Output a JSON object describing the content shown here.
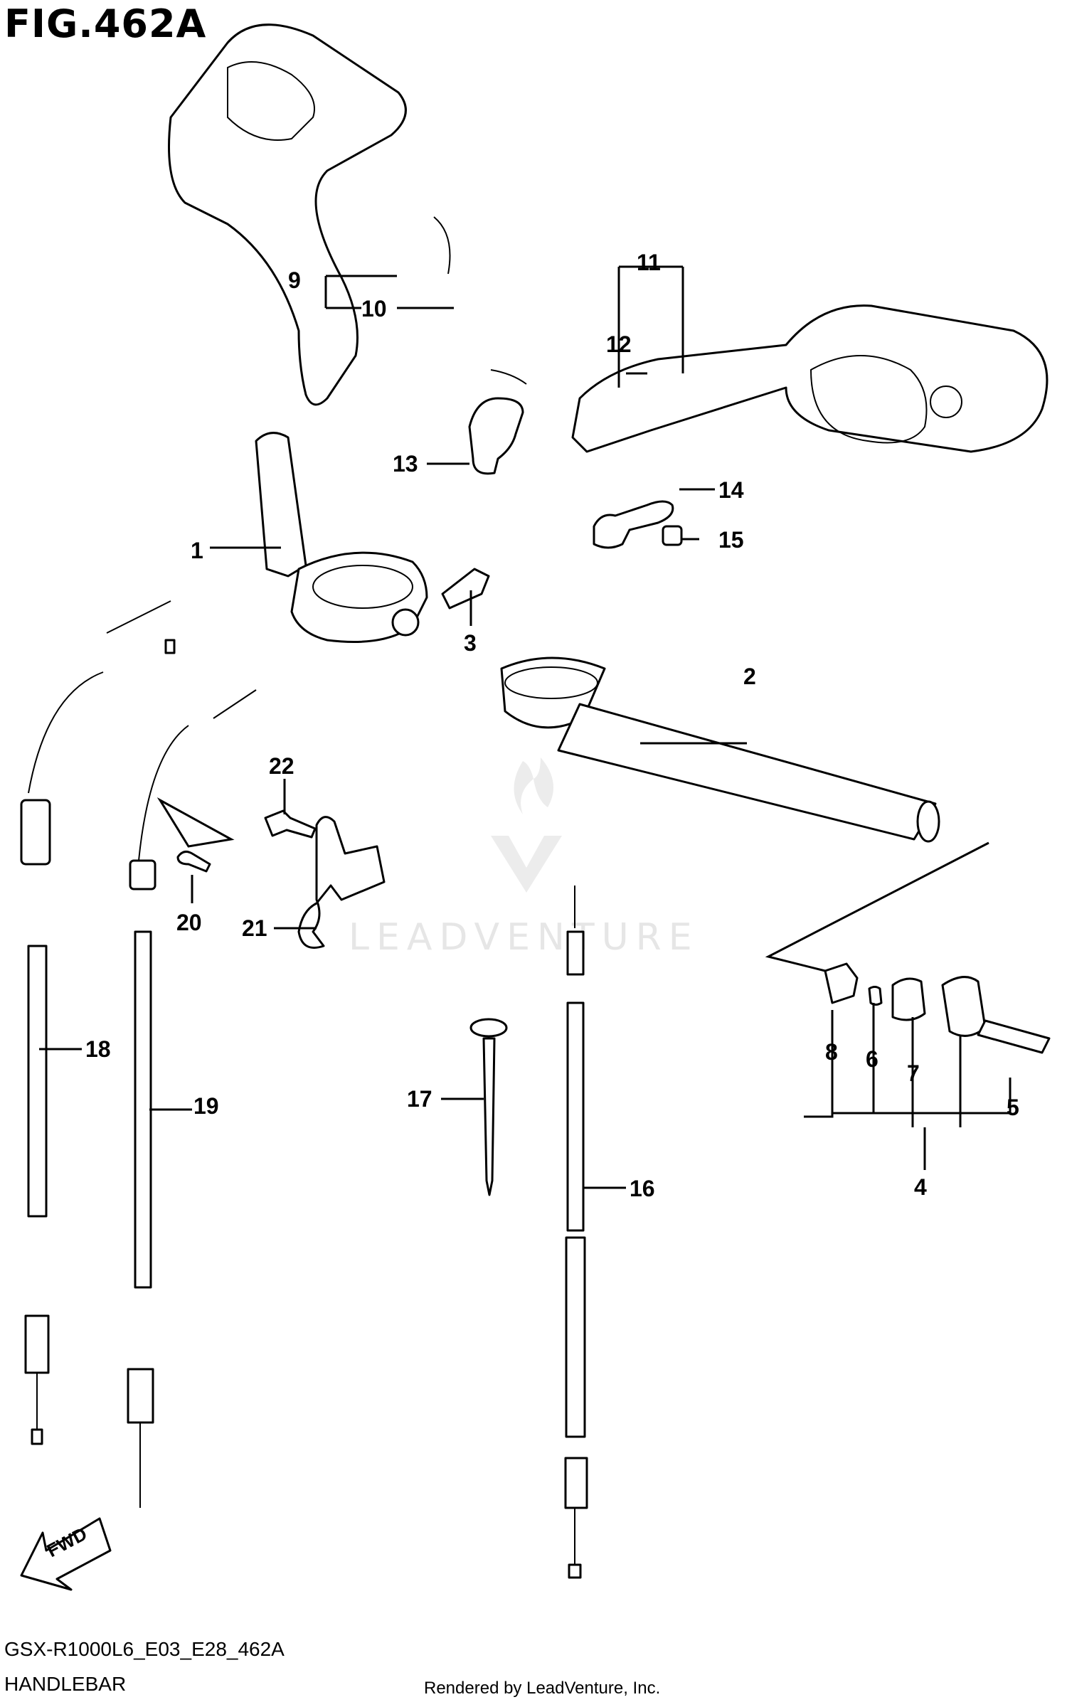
{
  "figure": {
    "title": "FIG.462A",
    "model_code": "GSX-R1000L6_E03_E28_462A",
    "section_name": "HANDLEBAR",
    "credit": "Rendered by LeadVenture, Inc.",
    "watermark": "LEADVENTURE"
  },
  "callouts": [
    "1",
    "2",
    "3",
    "4",
    "5",
    "6",
    "7",
    "8",
    "9",
    "10",
    "11",
    "12",
    "13",
    "14",
    "15",
    "16",
    "17",
    "18",
    "19",
    "20",
    "21",
    "22"
  ],
  "fwd_label": "FWD",
  "colors": {
    "line": "#000000",
    "background": "#ffffff",
    "watermark": "#e6e6e6"
  }
}
